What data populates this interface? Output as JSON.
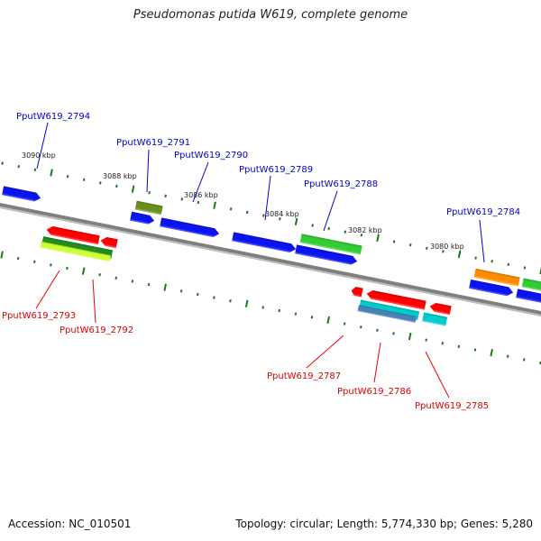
{
  "title": "Pseudomonas putida W619, complete genome",
  "footer": {
    "accession": "Accession: NC_010501",
    "summary": "Topology: circular; Length: 5,774,330 bp; Genes: 5,280"
  },
  "colors": {
    "backbone": "#808080",
    "tick": "#1a7a1a",
    "label_forward": "#0000cc",
    "label_reverse": "#dd0000"
  },
  "scale_labels": [
    {
      "text": "3090 kbp",
      "kbp": 3090
    },
    {
      "text": "3088 kbp",
      "kbp": 3088
    },
    {
      "text": "3086 kbp",
      "kbp": 3086
    },
    {
      "text": "3084 kbp",
      "kbp": 3084
    },
    {
      "text": "3082 kbp",
      "kbp": 3082
    },
    {
      "text": "3080 kbp",
      "kbp": 3080
    }
  ],
  "gene_labels": [
    {
      "text": "PputW619_2794",
      "strand": "forward"
    },
    {
      "text": "PputW619_2791",
      "strand": "forward"
    },
    {
      "text": "PputW619_2790",
      "strand": "forward"
    },
    {
      "text": "PputW619_2789",
      "strand": "forward"
    },
    {
      "text": "PputW619_2788",
      "strand": "forward"
    },
    {
      "text": "PputW619_2784",
      "strand": "forward"
    },
    {
      "text": "PputW619_2793",
      "strand": "reverse"
    },
    {
      "text": "PputW619_2792",
      "strand": "reverse"
    },
    {
      "text": "PputW619_2787",
      "strand": "reverse"
    },
    {
      "text": "PputW619_2786",
      "strand": "reverse"
    },
    {
      "text": "PputW619_2785",
      "strand": "reverse"
    }
  ],
  "features": [
    {
      "name": "fwd-cds-2794",
      "track": 1,
      "start": 0,
      "end": 42,
      "color": "#0a14f0",
      "arrow": "right"
    },
    {
      "name": "fwd-gene-2791",
      "track": 2,
      "start": 145,
      "end": 174,
      "color": "#6b8e23",
      "arrow": "none"
    },
    {
      "name": "fwd-cds-2791",
      "track": 1,
      "start": 142,
      "end": 168,
      "color": "#0a14f0",
      "arrow": "right"
    },
    {
      "name": "fwd-cds-2790",
      "track": 1,
      "start": 175,
      "end": 240,
      "color": "#0a14f0",
      "arrow": "right"
    },
    {
      "name": "fwd-cds-2789",
      "track": 1,
      "start": 255,
      "end": 325,
      "color": "#0a14f0",
      "arrow": "right"
    },
    {
      "name": "fwd-gene-2788",
      "track": 2,
      "start": 328,
      "end": 395,
      "color": "#33cc33",
      "arrow": "none"
    },
    {
      "name": "fwd-cds-2788",
      "track": 1,
      "start": 325,
      "end": 393,
      "color": "#0a14f0",
      "arrow": "right"
    },
    {
      "name": "fwd-gene-2784",
      "track": 2,
      "start": 521,
      "end": 570,
      "color": "#ff8c00",
      "arrow": "none"
    },
    {
      "name": "fwd-cds-2784",
      "track": 1,
      "start": 518,
      "end": 566,
      "color": "#0a14f0",
      "arrow": "right"
    },
    {
      "name": "fwd-gene-2783",
      "track": 2,
      "start": 574,
      "end": 640,
      "color": "#33cc33",
      "arrow": "none"
    },
    {
      "name": "fwd-cds-2783",
      "track": 1,
      "start": 570,
      "end": 640,
      "color": "#0a14f0",
      "arrow": "right"
    },
    {
      "name": "rev-cds-2793",
      "track": -1,
      "start": 55,
      "end": 113,
      "color": "#ff0000",
      "arrow": "left"
    },
    {
      "name": "rev-cds-2792",
      "track": -1,
      "start": 115,
      "end": 133,
      "color": "#ff0000",
      "arrow": "left"
    },
    {
      "name": "rev-gene-2793",
      "track": -2,
      "start": 53,
      "end": 111,
      "color": "#228b22",
      "arrow": "none"
    },
    {
      "name": "rev-gene-2792",
      "track": -2,
      "start": 111,
      "end": 130,
      "color": "#228b22",
      "arrow": "none"
    },
    {
      "name": "rev-misc-2793",
      "track": -3,
      "start": 52,
      "end": 110,
      "color": "#ccff33",
      "arrow": "none"
    },
    {
      "name": "rev-misc-2792",
      "track": -3,
      "start": 110,
      "end": 129,
      "color": "#ccff33",
      "arrow": "none"
    },
    {
      "name": "rev-cds-2787",
      "track": -1,
      "start": 393,
      "end": 405,
      "color": "#ff0000",
      "arrow": "left"
    },
    {
      "name": "rev-cds-2786",
      "track": -1,
      "start": 410,
      "end": 475,
      "color": "#ff0000",
      "arrow": "left"
    },
    {
      "name": "rev-cds-2785",
      "track": -1,
      "start": 480,
      "end": 503,
      "color": "#ff0000",
      "arrow": "left"
    },
    {
      "name": "rev-gene-2786",
      "track": -2,
      "start": 405,
      "end": 470,
      "color": "#00cccc",
      "arrow": "none"
    },
    {
      "name": "rev-misc-2786",
      "track": -3,
      "start": 404,
      "end": 468,
      "color": "#4682b4",
      "arrow": "none"
    },
    {
      "name": "rev-gene-2785",
      "track": -2,
      "start": 475,
      "end": 501,
      "color": "#00cccc",
      "arrow": "none"
    }
  ]
}
